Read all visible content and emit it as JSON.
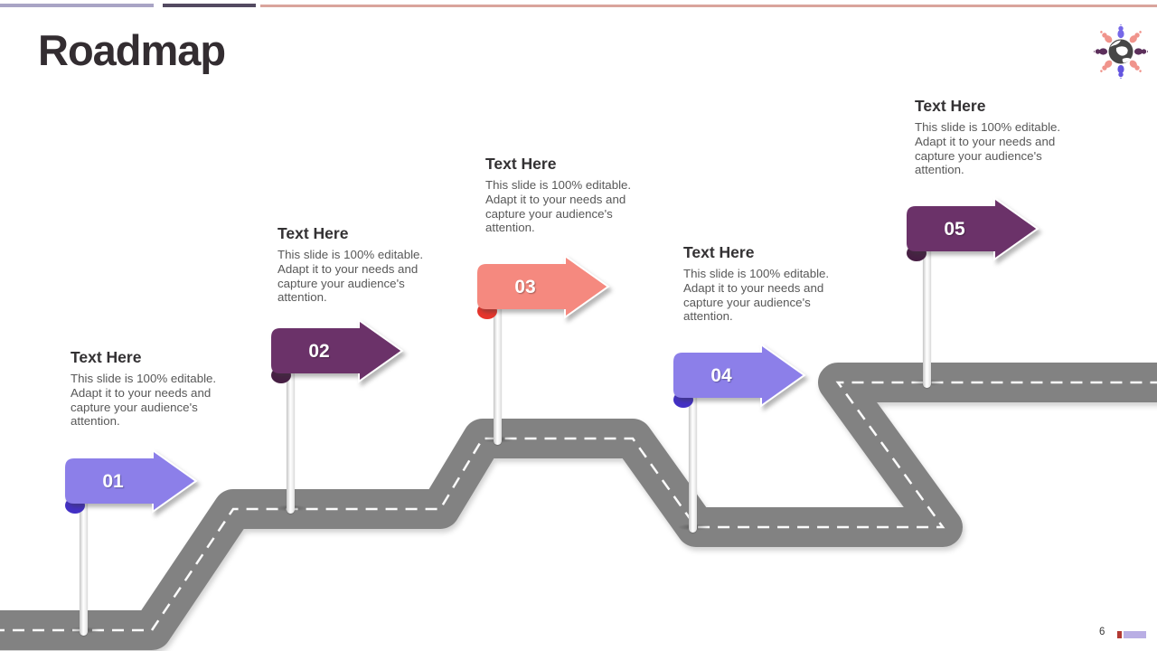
{
  "slide": {
    "title": "Roadmap"
  },
  "brand_bar": {
    "segment1_color": "#a9a4c5",
    "segment2_color": "#534a61",
    "line_color": "#d9a49c"
  },
  "road": {
    "color": "#828282",
    "dash_color": "#fbfbfb"
  },
  "logo": {
    "globe_color": "#464646",
    "person_colors": {
      "top": "#7668e8",
      "diagonal": "#f0948c",
      "side": "#5c2f5b",
      "bottom": "#6455e0"
    }
  },
  "milestones": [
    {
      "number": "01",
      "heading": "Text Here",
      "body": "This slide is 100% editable. Adapt it to your needs and capture your audience's attention.",
      "sign_color": "#8c7fe9",
      "fold_color": "#4330c5"
    },
    {
      "number": "02",
      "heading": "Text Here",
      "body": "This slide is 100% editable. Adapt it to your needs and capture your audience's attention.",
      "sign_color": "#6b3269",
      "fold_color": "#471f44"
    },
    {
      "number": "03",
      "heading": "Text Here",
      "body": "This slide is 100% editable. Adapt it to your needs and capture your audience's attention.",
      "sign_color": "#f5897f",
      "fold_color": "#e7352c"
    },
    {
      "number": "04",
      "heading": "Text Here",
      "body": "This slide is 100% editable. Adapt it to your needs and capture your audience's attention.",
      "sign_color": "#8c7fe9",
      "fold_color": "#4330c5"
    },
    {
      "number": "05",
      "heading": "Text Here",
      "body": "This slide is 100% editable. Adapt it to your needs and capture your audience's attention.",
      "sign_color": "#6b3269",
      "fold_color": "#471f44"
    }
  ],
  "footer": {
    "page_number": "6",
    "bar1_color": "#b23a33",
    "bar2_color": "#b9aee4"
  }
}
